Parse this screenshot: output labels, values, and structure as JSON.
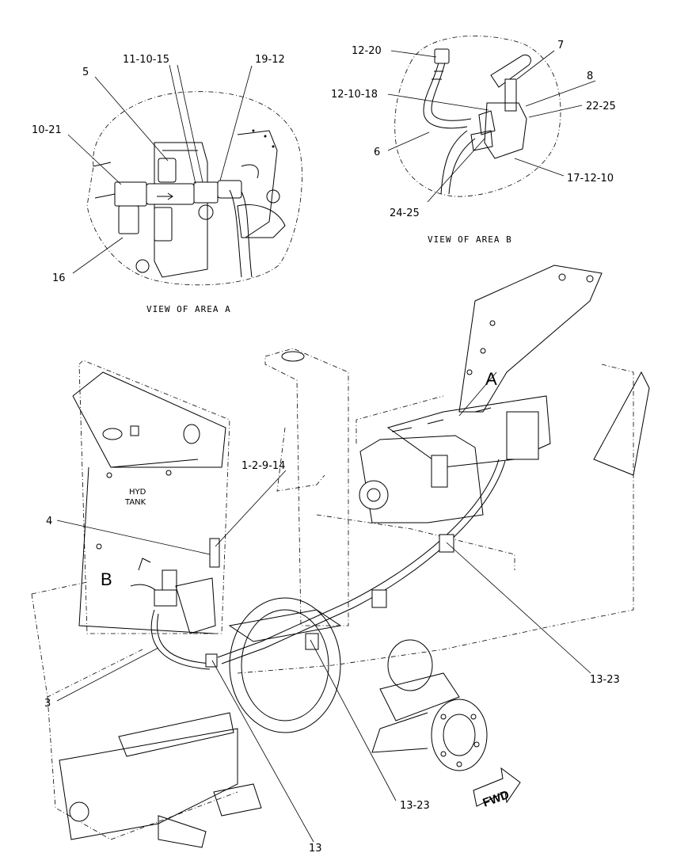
{
  "diagram": {
    "callouts": {
      "c_5": "5",
      "c_11_10_15": "11-10-15",
      "c_19_12": "19-12",
      "c_10_21": "10-21",
      "c_16": "16",
      "c_12_20": "12-20",
      "c_7": "7",
      "c_8": "8",
      "c_12_10_18": "12-10-18",
      "c_22_25": "22-25",
      "c_6": "6",
      "c_17_12_10": "17-12-10",
      "c_24_25": "24-25",
      "c_1_2_9_14": "1-2-9-14",
      "c_4": "4",
      "c_3": "3",
      "c_13": "13",
      "c_13_23_a": "13-23",
      "c_13_23_b": "13-23"
    },
    "captions": {
      "view_a": "VIEW OF AREA A",
      "view_b": "VIEW OF AREA B"
    },
    "area_letters": {
      "a": "A",
      "b": "B"
    },
    "tank_label": {
      "line1": "HYD",
      "line2": "TANK"
    },
    "fwd_label": "FWD"
  }
}
